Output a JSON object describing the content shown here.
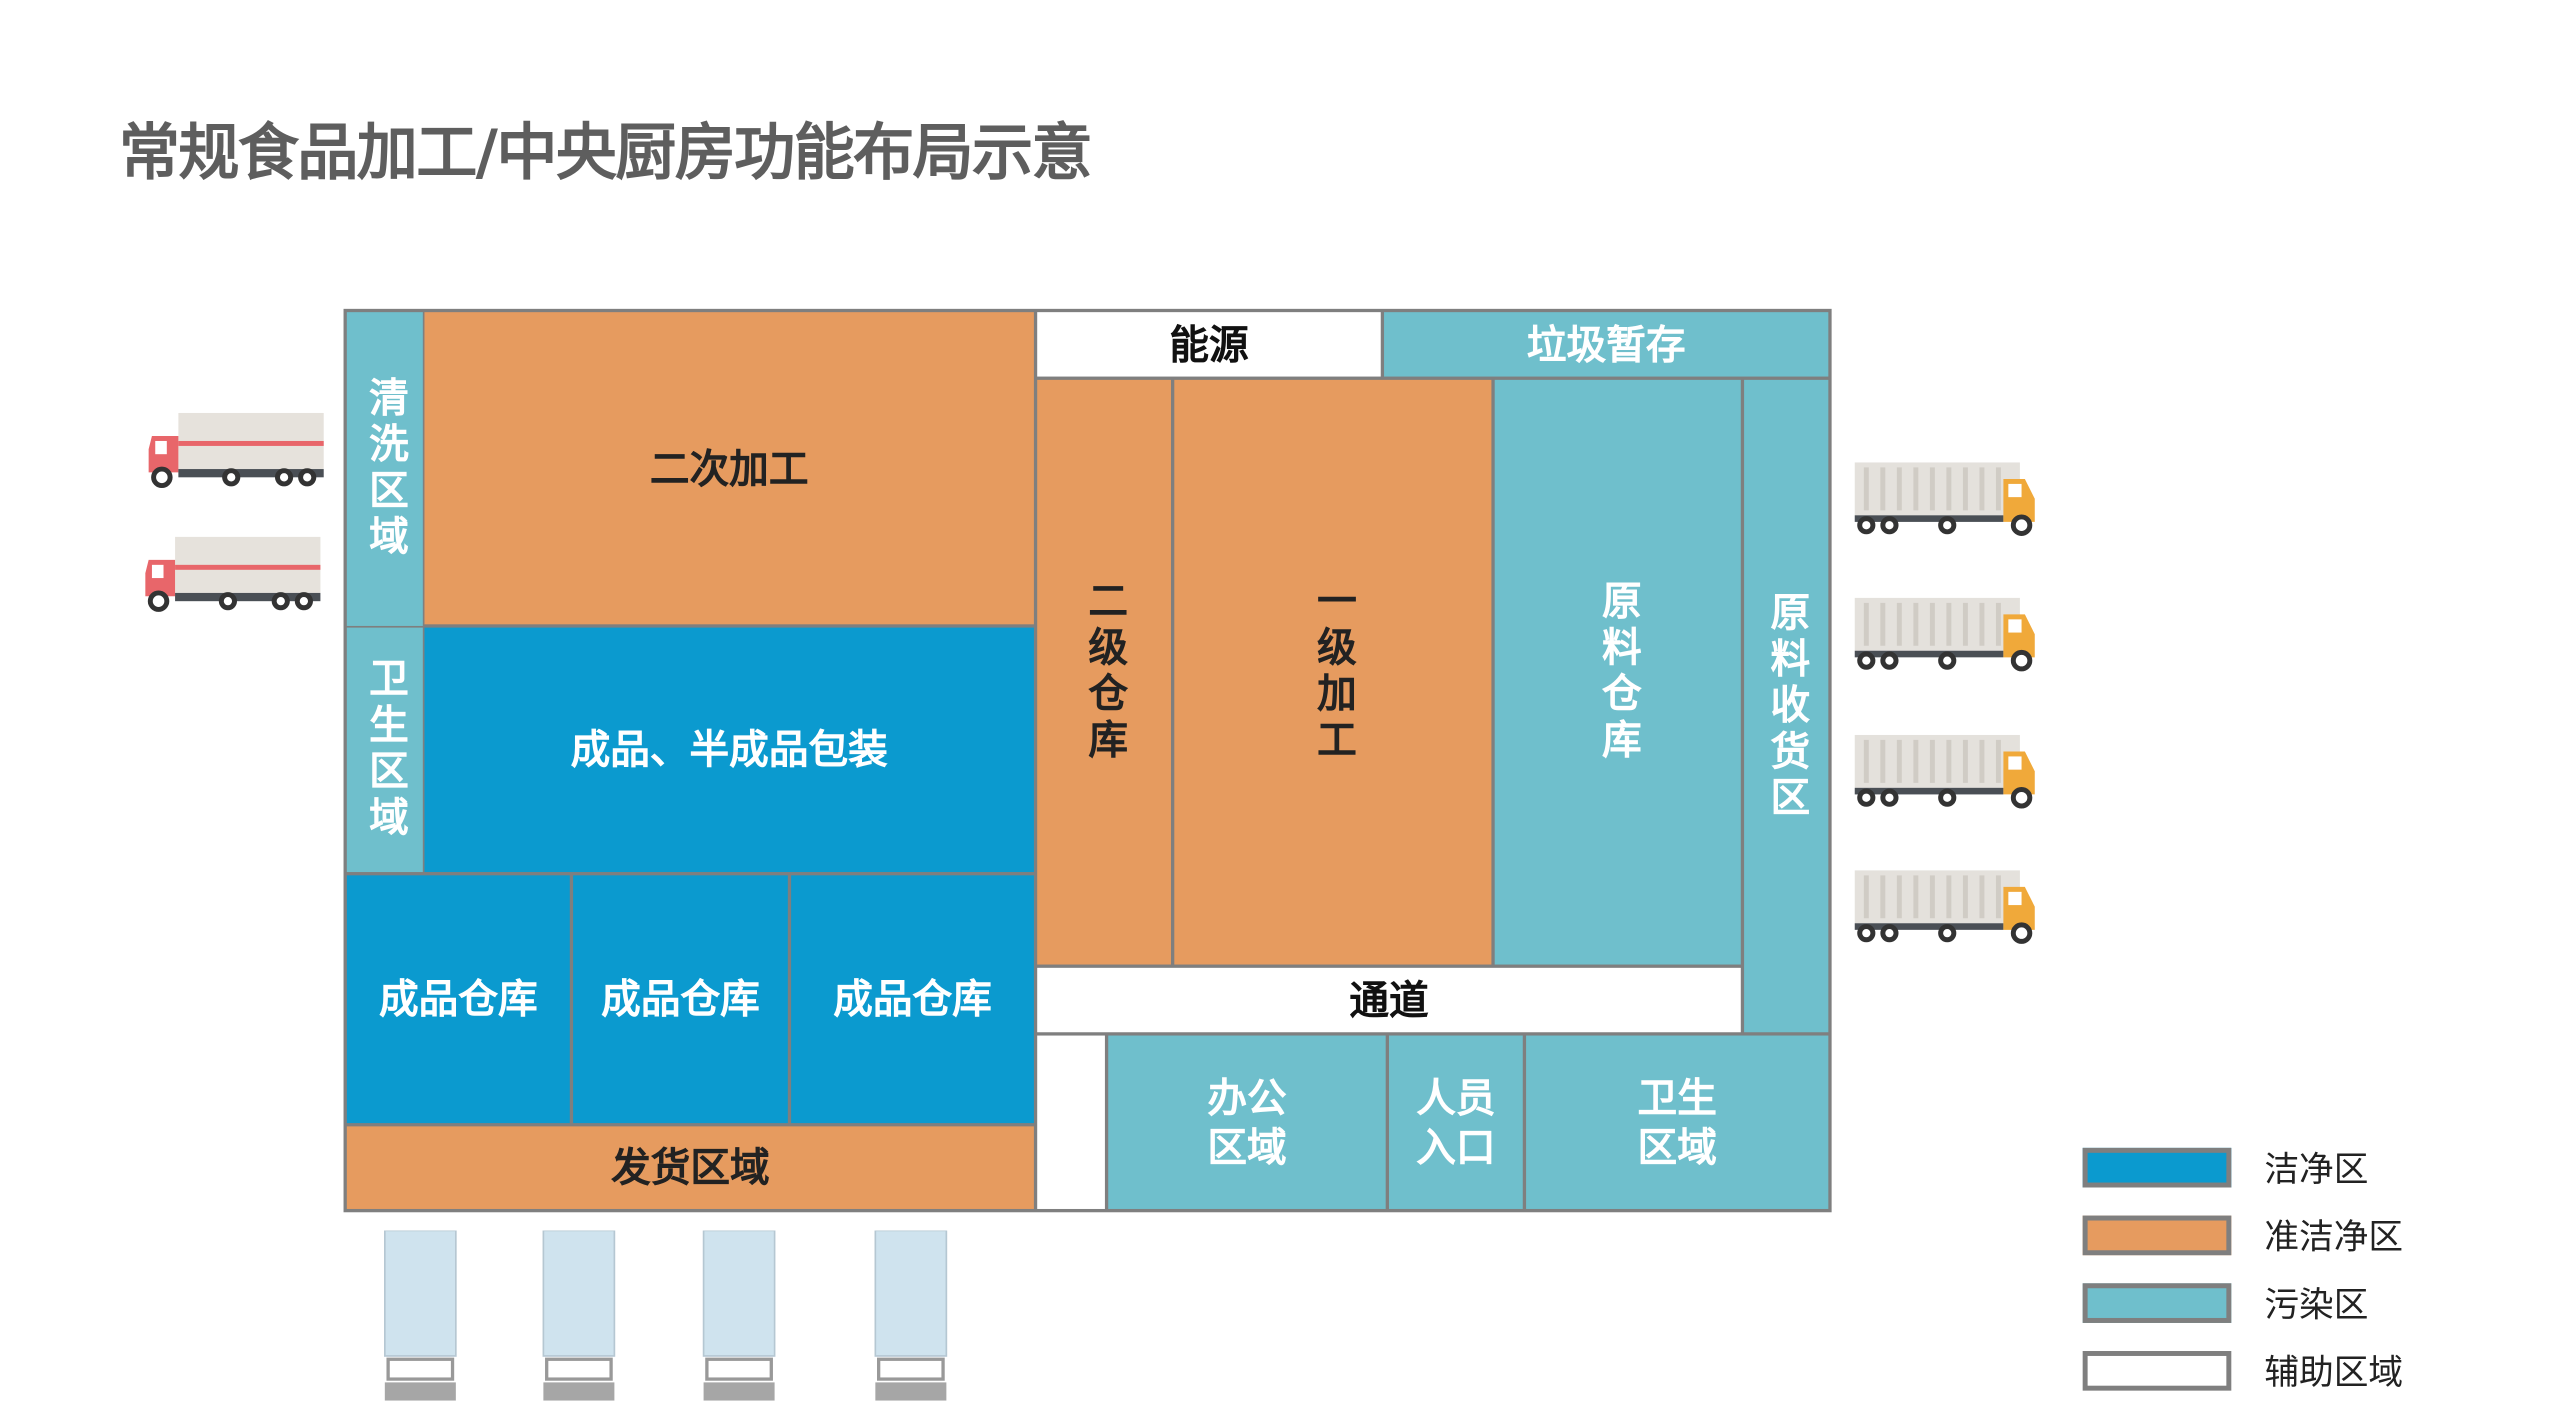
{
  "title": "常规食品加工/中央厨房功能布局示意",
  "zones": {
    "wash_area": "清洗区域",
    "sanitary_left": "卫生区域",
    "secondary_processing": "二次加工",
    "packaging": "成品、半成品包装",
    "finished_warehouse_1": "成品仓库",
    "finished_warehouse_2": "成品仓库",
    "finished_warehouse_3": "成品仓库",
    "shipping_area": "发货区域",
    "energy": "能源",
    "garbage_storage": "垃圾暂存",
    "secondary_warehouse": "二级仓库",
    "primary_processing": "一级加工",
    "raw_material_warehouse": "原料仓库",
    "raw_material_receiving": "原料收货区",
    "corridor": "通道",
    "office_area": "办公区域",
    "staff_entrance": "人员入口",
    "sanitary_right": "卫生区域"
  },
  "legend": [
    {
      "label": "洁净区",
      "color": "#0b9acf"
    },
    {
      "label": "准洁净区",
      "color": "#e69b5f"
    },
    {
      "label": "污染区",
      "color": "#6fbfcc"
    },
    {
      "label": "辅助区域",
      "color": "#ffffff"
    }
  ],
  "colors": {
    "clean": "#0b9acf",
    "semi_clean": "#e69b5f",
    "contaminated": "#6fbfcc",
    "border": "#7f7f7f"
  }
}
